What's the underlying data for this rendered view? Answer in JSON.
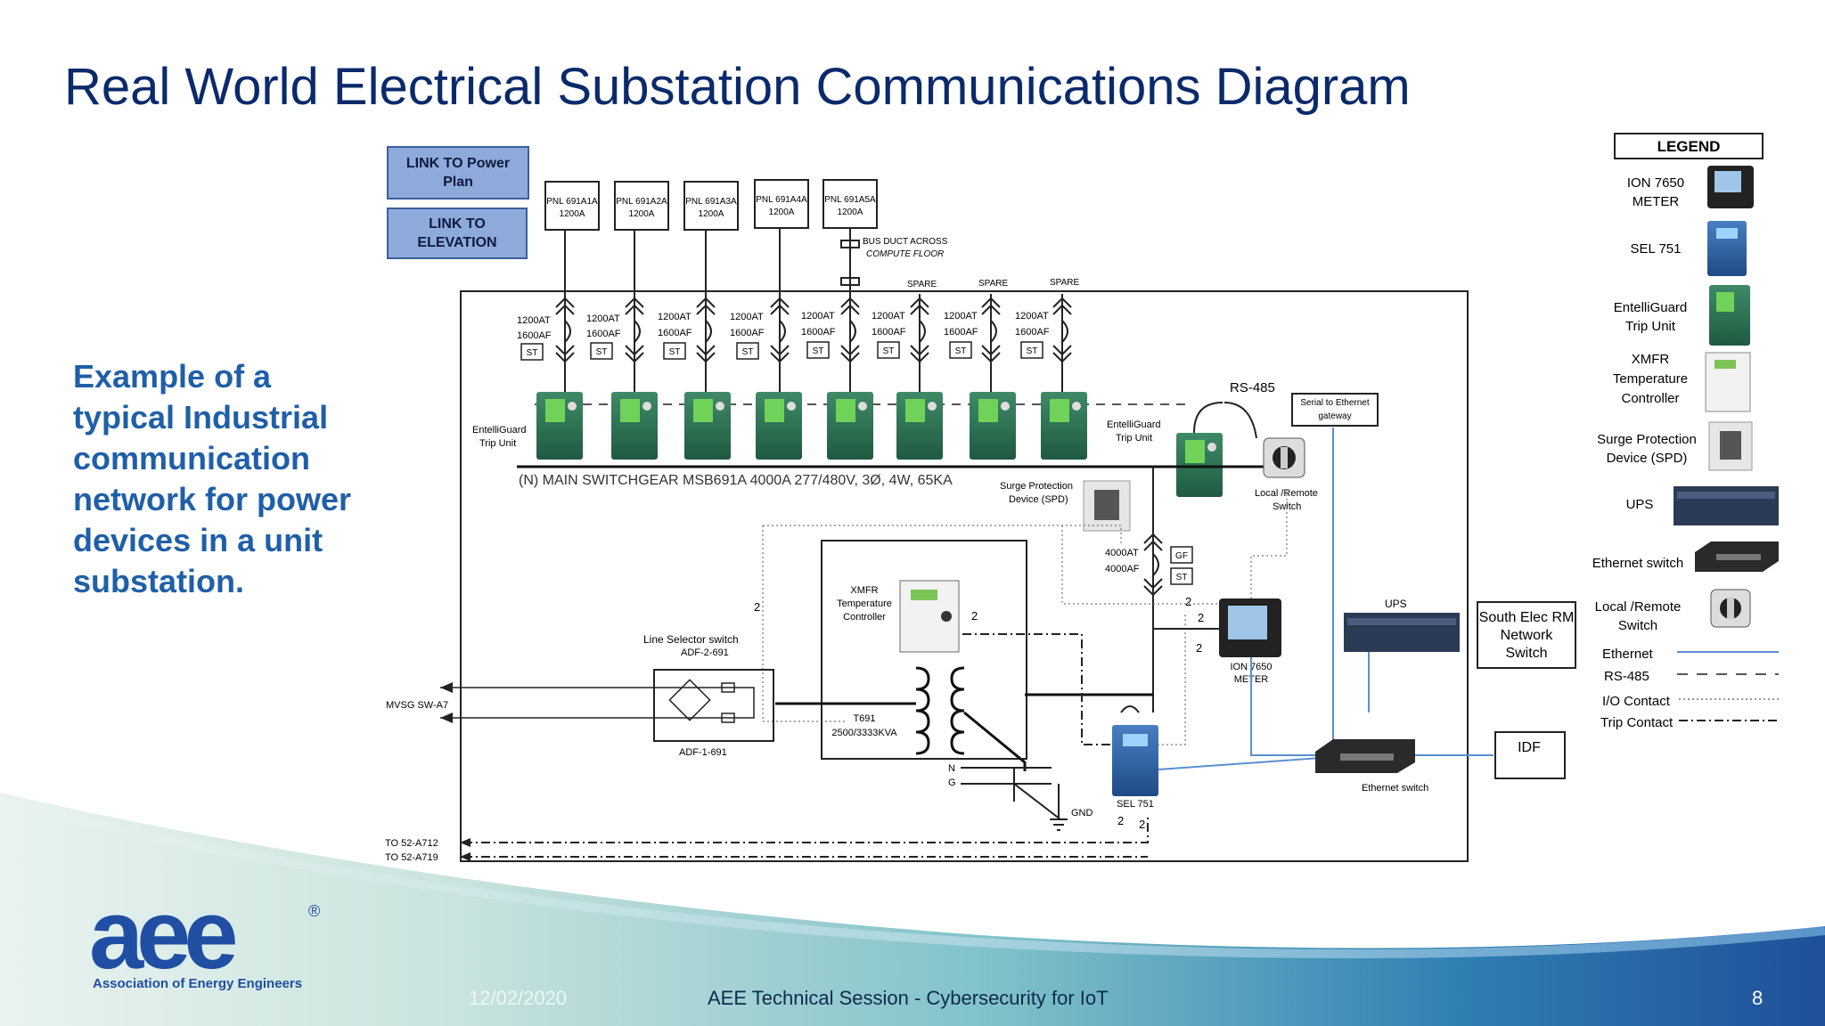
{
  "slide": {
    "title": "Real World Electrical Substation Communications Diagram",
    "side_text": "Example of a typical Industrial communication network for power devices in a unit substation.",
    "footer_date": "12/02/2020",
    "footer_center": "AEE Technical Session - Cybersecurity for IoT",
    "page_number": "8",
    "logo_text": "aee",
    "logo_subtext": "Association of Energy Engineers",
    "logo_mark": "®"
  },
  "buttons": {
    "link_plan": "LINK TO Power Plan",
    "link_elevation": "LINK TO ELEVATION"
  },
  "panels": [
    "PNL 691A1A",
    "PNL 691A2A",
    "PNL 691A3A",
    "PNL 691A4A",
    "PNL 691A5A"
  ],
  "panel_rating": "1200A",
  "breaker": {
    "at": "1200AT",
    "af": "1600AF",
    "st": "ST"
  },
  "labels": {
    "bus_duct_1": "BUS DUCT ACROSS",
    "bus_duct_2": "COMPUTE FLOOR",
    "spare": "SPARE",
    "rs485": "RS-485",
    "serial_gw_1": "Serial to Ethernet",
    "serial_gw_2": "gateway",
    "entelliguard_1": "EntelliGuard",
    "entelliguard_2": "Trip Unit",
    "main_switchgear": "(N) MAIN SWITCHGEAR MSB691A 4000A 277/480V, 3Ø, 4W, 65KA",
    "spd_1": "Surge Protection",
    "spd_2": "Device (SPD)",
    "local_remote_1": "Local /Remote",
    "local_remote_2": "Switch",
    "main_at": "4000AT",
    "main_af": "4000AF",
    "gf": "GF",
    "xmfr_1": "XMFR",
    "xmfr_2": "Temperature",
    "xmfr_3": "Controller",
    "line_selector_1": "Line Selector  switch",
    "line_selector_2": "ADF-2-691",
    "adf1": "ADF-1-691",
    "mvsg": "MVSG SW-A7",
    "t691_1": "T691",
    "t691_2": "2500/3333KVA",
    "ups": "UPS",
    "south_elec_1": "South Elec RM",
    "south_elec_2": "Network",
    "south_elec_3": "Switch",
    "ion_1": "ION 7650",
    "ion_2": "METER",
    "idf": "IDF",
    "ethernet_switch": "Ethernet switch",
    "sel751": "SEL 751",
    "gnd": "GND",
    "n": "N",
    "g": "G",
    "to_52_a712": "TO 52-A712",
    "to_52_a719": "TO 52-A719",
    "two": "2"
  },
  "legend": {
    "title": "LEGEND",
    "ion_1": "ION 7650",
    "ion_2": "METER",
    "sel": "SEL 751",
    "eg_1": "EntelliGuard",
    "eg_2": "Trip Unit",
    "xmfr_1": "XMFR",
    "xmfr_2": "Temperature",
    "xmfr_3": "Controller",
    "spd_1": "Surge Protection",
    "spd_2": "Device (SPD)",
    "ups": "UPS",
    "eth_switch": "Ethernet switch",
    "lr_1": "Local /Remote",
    "lr_2": "Switch",
    "ethernet": "Ethernet",
    "rs485": "RS-485",
    "io": "I/O Contact",
    "trip": "Trip Contact"
  },
  "colors": {
    "title": "#0b2a6b",
    "side_text": "#1f5fa8",
    "ethernet_line": "#5b8fd0",
    "device_green": "#2e6b4f",
    "device_blue": "#2f5e9e",
    "button_fill": "#8eaadb"
  }
}
